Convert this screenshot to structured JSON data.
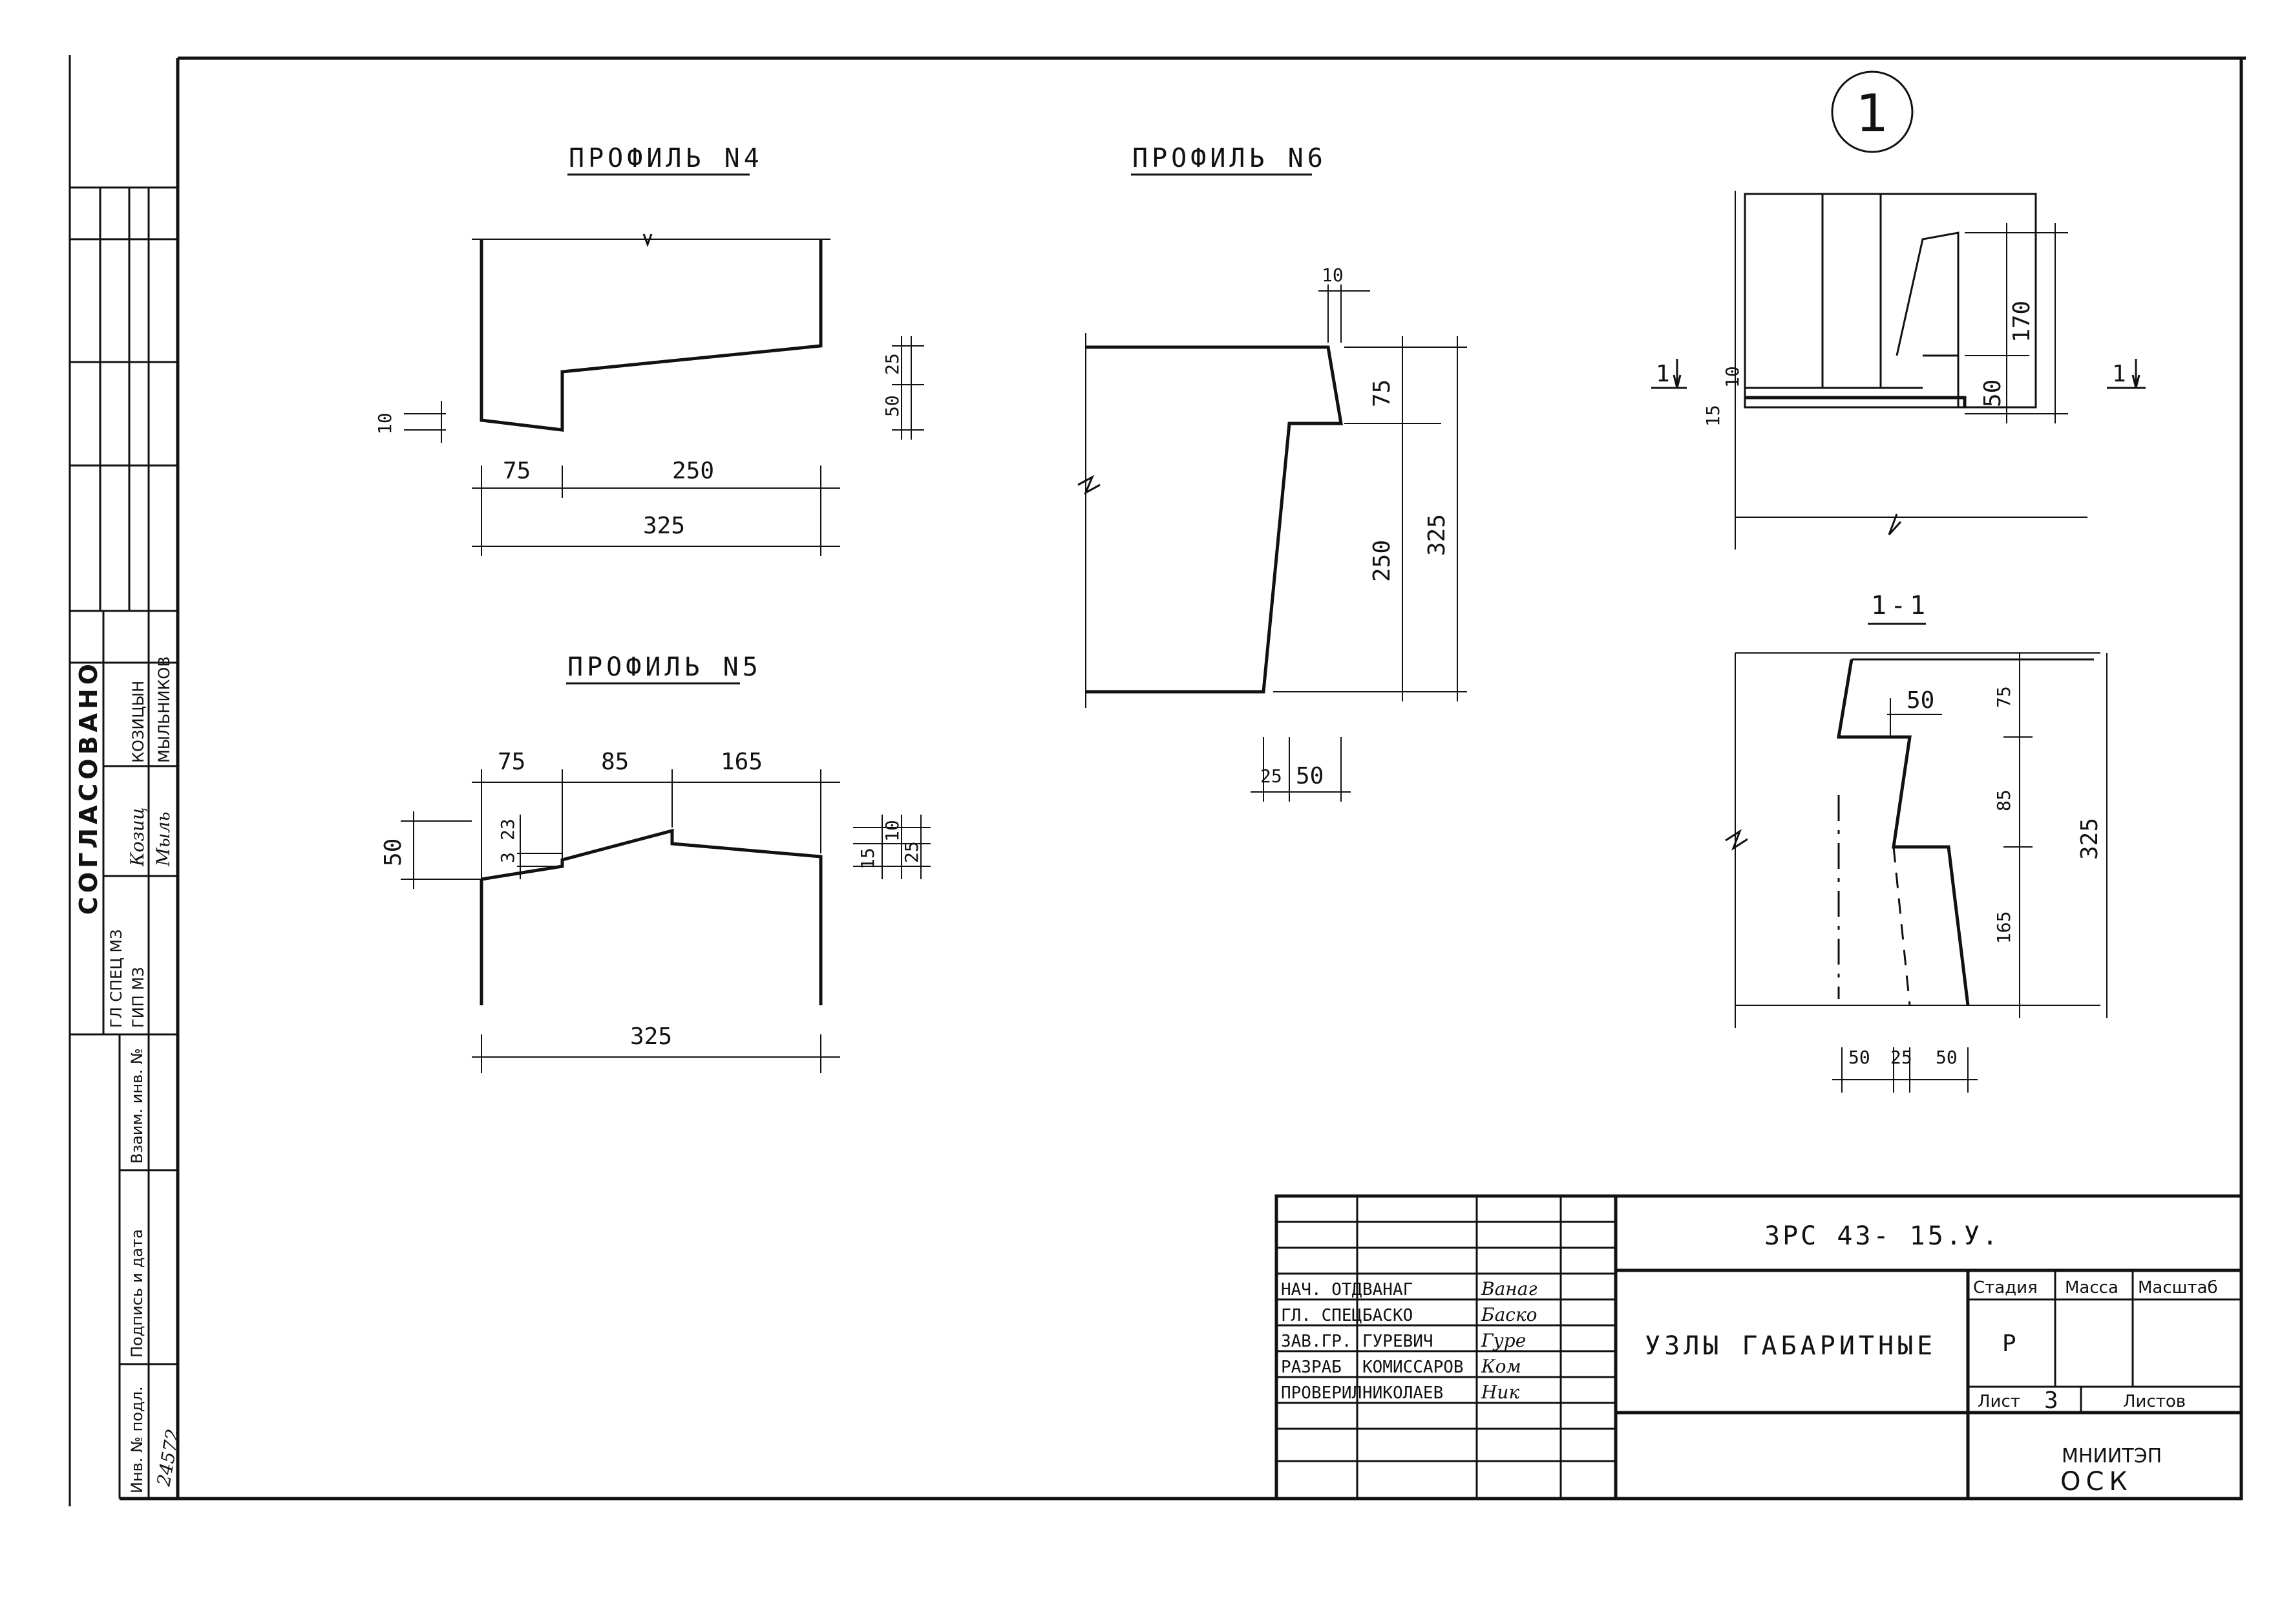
{
  "sheet_marker": "1",
  "profile_4": {
    "title": "ПРОФИЛЬ N4",
    "dims": {
      "d10": "10",
      "d25": "25",
      "d50": "50",
      "d75": "75",
      "d250": "250",
      "d325": "325"
    }
  },
  "profile_5": {
    "title": "ПРОФИЛЬ N5",
    "dims": {
      "d75": "75",
      "d85": "85",
      "d165": "165",
      "d50": "50",
      "d3": "3",
      "d23": "23",
      "d15": "15",
      "d10": "10",
      "d25": "25",
      "d325": "325"
    }
  },
  "profile_6": {
    "title": "ПРОФИЛЬ N6",
    "dims": {
      "d10": "10",
      "d75": "75",
      "d250": "250",
      "d325": "325",
      "d25": "25",
      "d50": "50"
    }
  },
  "node_1": {
    "section_mark": "1",
    "dims": {
      "d170": "170",
      "d50": "50",
      "d10": "10",
      "d15": "15"
    }
  },
  "section_1_1": {
    "title": "1-1",
    "dims": {
      "d50top": "50",
      "d75": "75",
      "d85": "85",
      "d165": "165",
      "d325": "325",
      "b50a": "50",
      "b25": "25",
      "b50b": "50"
    }
  },
  "side_strip": {
    "agreed": "СОГЛАСОВАНО",
    "org1": "ГЛ СПЕЦ МЗ",
    "org2": "ГИП МЗ",
    "name1": "КОЗИЦЫН",
    "name2": "МЫЛЬНИКОВ",
    "sig1": "Козиц",
    "sig2": "Мыль",
    "label_vzam": "Взаим. инв. №",
    "label_podpis": "Подпись и дата",
    "label_inv": "Инв. № подл.",
    "inv_value": "24572"
  },
  "title_block": {
    "doc_code": "3РС 43- 15.У.",
    "title": "УЗЛЫ ГАБАРИТНЫЕ",
    "rows": [
      {
        "role": "НАЧ. ОТД",
        "name": "ВАНАГ",
        "sig": "Ванаг"
      },
      {
        "role": "ГЛ. СПЕЦ",
        "name": "БАСКО",
        "sig": "Баско"
      },
      {
        "role": "ЗАВ.ГР.",
        "name": "ГУРЕВИЧ",
        "sig": "Гуре"
      },
      {
        "role": "РАЗРАБ",
        "name": "КОМИССАРОВ",
        "sig": "Ком"
      },
      {
        "role": "ПРОВЕРИЛ",
        "name": "НИКОЛАЕВ",
        "sig": "Ник"
      }
    ],
    "stage_label": "Стадия",
    "mass_label": "Масса",
    "scale_label": "Масштаб",
    "stage_value": "Р",
    "sheet_label": "Лист",
    "sheet_value": "3",
    "sheets_label": "Листов",
    "org_line1": "МНИИТЭП",
    "org_line2": "ОСК"
  }
}
